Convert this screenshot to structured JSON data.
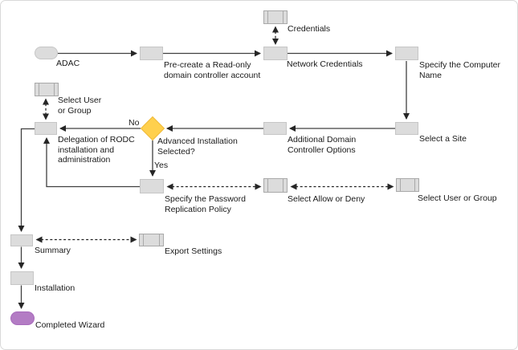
{
  "colors": {
    "node-fill": "#dcdcdc",
    "node-border": "#c6c6c6",
    "subprocess-border": "#a9a9a9",
    "decision-fill": "#ffd04d",
    "decision-border": "#f0ba38",
    "terminator-end-fill": "#b37cc4",
    "terminator-end-border": "#a86bbc",
    "line": "#404040",
    "dashed-line": "#222222",
    "text": "#1a1a1a",
    "frame-border": "#d9d9d9"
  },
  "diagram": {
    "nodes": {
      "adac": {
        "label": "ADAC",
        "shape": "terminator-start"
      },
      "pre_create_account": {
        "label": "Pre-create a Read-only\ndomain controller account",
        "shape": "process"
      },
      "credentials": {
        "label": "Credentials",
        "shape": "subprocess"
      },
      "network_credentials": {
        "label": "Network Credentials",
        "shape": "process"
      },
      "specify_computer_name": {
        "label": "Specify the Computer\nName",
        "shape": "process"
      },
      "select_a_site": {
        "label": "Select a Site",
        "shape": "process"
      },
      "additional_dc_options": {
        "label": "Additional Domain\nController Options",
        "shape": "process"
      },
      "advanced_installation": {
        "label": "Advanced Installation\nSelected?",
        "shape": "decision"
      },
      "delegation_rodc": {
        "label": "Delegation of RODC\ninstallation and\nadministration",
        "shape": "process"
      },
      "select_user_or_group_top": {
        "label": "Select User\nor Group",
        "shape": "subprocess"
      },
      "specify_password_policy": {
        "label": "Specify the Password\nReplication Policy",
        "shape": "process"
      },
      "select_allow_or_deny": {
        "label": "Select Allow or Deny",
        "shape": "subprocess"
      },
      "select_user_or_group_right": {
        "label": "Select User or Group",
        "shape": "subprocess"
      },
      "summary": {
        "label": "Summary",
        "shape": "process"
      },
      "export_settings": {
        "label": "Export Settings",
        "shape": "subprocess"
      },
      "installation": {
        "label": "Installation",
        "shape": "process"
      },
      "completed_wizard": {
        "label": "Completed Wizard",
        "shape": "terminator-end"
      }
    },
    "branch_labels": {
      "no": "No",
      "yes": "Yes"
    }
  }
}
